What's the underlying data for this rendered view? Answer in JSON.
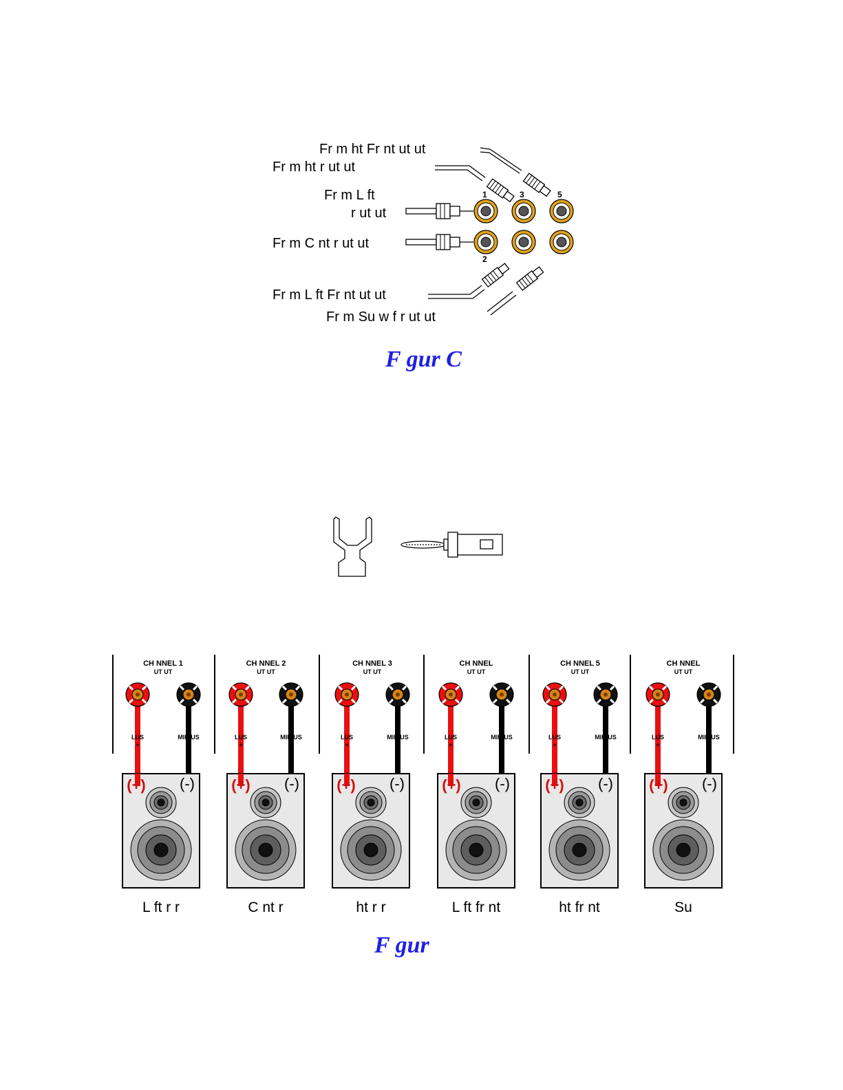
{
  "figure_c": {
    "labels": [
      "Fr  m       ht Fr  nt    ut  ut",
      "Fr  m       ht        r   ut  ut",
      "Fr  m L  ft",
      "r   ut  ut",
      "Fr  m C  nt  r   ut  ut",
      "Fr  m L  ft Fr  nt    ut  ut",
      "Fr  m Su   w     f  r    ut  ut"
    ],
    "jack_numbers": [
      "1",
      "3",
      "5",
      "2"
    ],
    "caption": "F gur   C",
    "jack_color": "#e0a21c"
  },
  "figure_b": {
    "caption": "F gur",
    "channels": [
      {
        "title": "CH   NNEL  1",
        "sub": "UT  UT",
        "speaker": "L   ft r     r"
      },
      {
        "title": "CH   NNEL  2",
        "sub": "UT  UT",
        "speaker": "C   nt  r"
      },
      {
        "title": "CH   NNEL  3",
        "sub": "UT  UT",
        "speaker": "ht r     r"
      },
      {
        "title": "CH   NNEL",
        "sub": "UT  UT",
        "speaker": "L   ft fr   nt"
      },
      {
        "title": "CH   NNEL  5",
        "sub": "UT  UT",
        "speaker": "ht fr   nt"
      },
      {
        "title": "CH   NNEL",
        "sub": "UT  UT",
        "speaker": "Su"
      }
    ],
    "plus_label": "LUS",
    "minus_label": "MIN US",
    "plus_sign": "+",
    "minus_sign": "-",
    "plus_polarity": "(+)",
    "minus_polarity": "(-)",
    "plus_color": "#e81010",
    "minus_color": "#000000"
  }
}
